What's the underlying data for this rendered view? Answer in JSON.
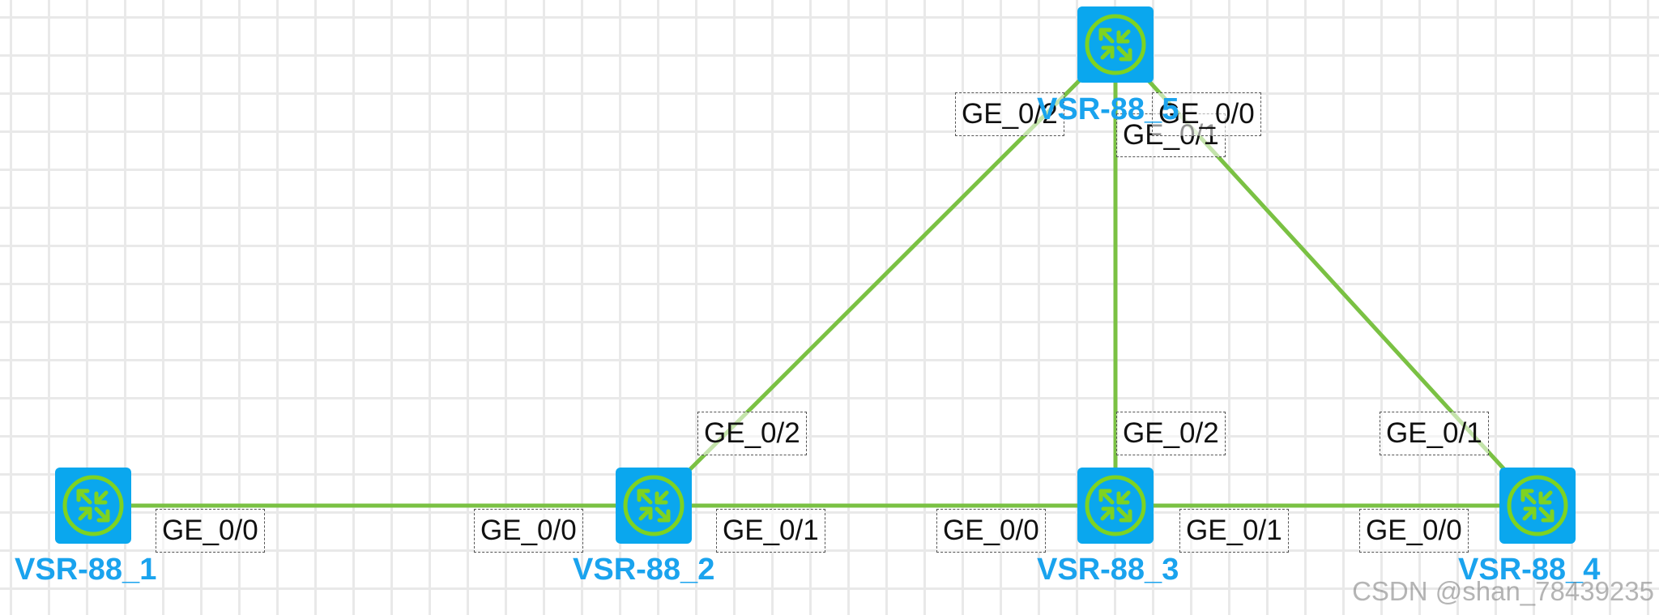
{
  "colors": {
    "link": "#7ac143",
    "node": "#0aa7ee",
    "node_icon": "#7ed321",
    "label": "#1aa3ee"
  },
  "nodes": [
    {
      "id": "VSR-88_1",
      "label": "VSR-88_1",
      "icon": "router-icon"
    },
    {
      "id": "VSR-88_2",
      "label": "VSR-88_2",
      "icon": "router-icon"
    },
    {
      "id": "VSR-88_3",
      "label": "VSR-88_3",
      "icon": "router-icon"
    },
    {
      "id": "VSR-88_4",
      "label": "VSR-88_4",
      "icon": "router-icon"
    },
    {
      "id": "VSR-88_5",
      "label": "VSR-88_5",
      "icon": "router-icon"
    }
  ],
  "links": [
    {
      "from": "VSR-88_1",
      "from_port": "GE_0/0",
      "to": "VSR-88_2",
      "to_port": "GE_0/0"
    },
    {
      "from": "VSR-88_2",
      "from_port": "GE_0/1",
      "to": "VSR-88_3",
      "to_port": "GE_0/0"
    },
    {
      "from": "VSR-88_3",
      "from_port": "GE_0/1",
      "to": "VSR-88_4",
      "to_port": "GE_0/0"
    },
    {
      "from": "VSR-88_2",
      "from_port": "GE_0/2",
      "to": "VSR-88_5",
      "to_port": "GE_0/2"
    },
    {
      "from": "VSR-88_3",
      "from_port": "GE_0/2",
      "to": "VSR-88_5",
      "to_port": "GE_0/1"
    },
    {
      "from": "VSR-88_4",
      "from_port": "GE_0/1",
      "to": "VSR-88_5",
      "to_port": "GE_0/0"
    }
  ],
  "watermark": "CSDN @shan_78439235"
}
